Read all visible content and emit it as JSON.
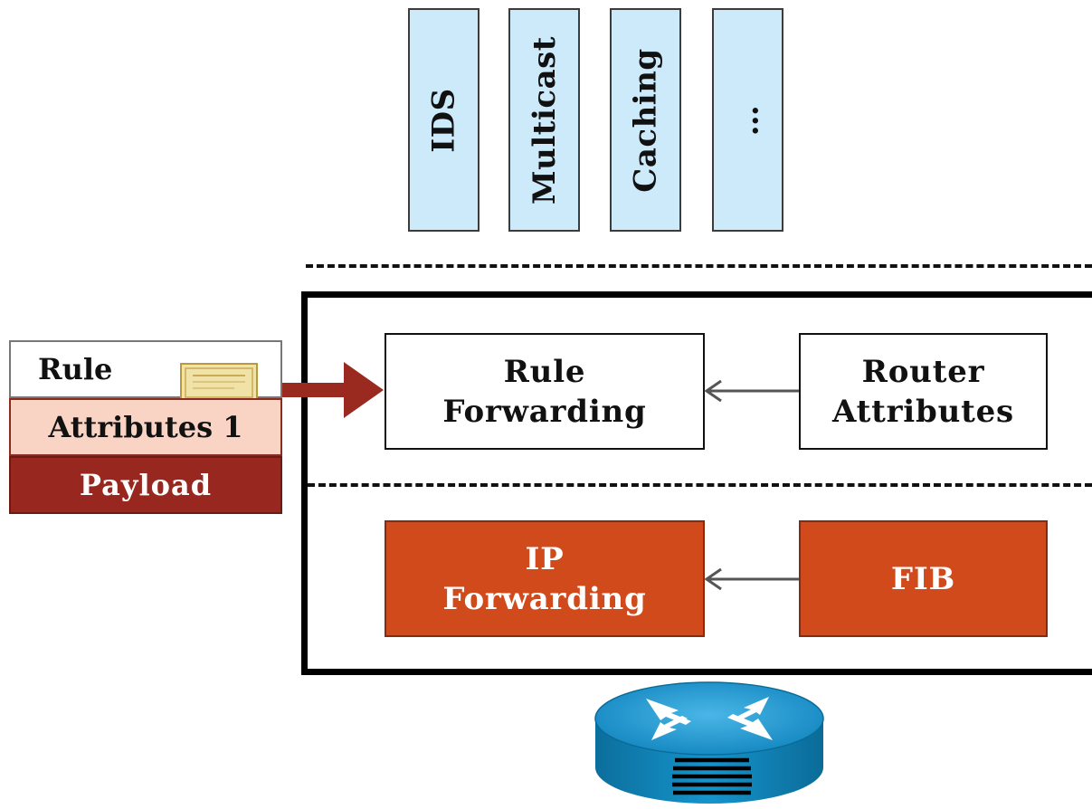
{
  "apps": [
    {
      "label": "IDS"
    },
    {
      "label": "Multicast"
    },
    {
      "label": "Caching"
    },
    {
      "label": "…"
    }
  ],
  "packet": {
    "rule": "Rule",
    "attributes": "Attributes 1",
    "payload": "Payload"
  },
  "control_plane": {
    "rule_forwarding": [
      "Rule",
      "Forwarding"
    ],
    "router_attributes": [
      "Router",
      "Attributes"
    ]
  },
  "data_plane": {
    "ip_forwarding": [
      "IP",
      "Forwarding"
    ],
    "fib": "FIB"
  },
  "colors": {
    "app_fill": "#cdeafb",
    "ip_fill": "#d04a1b",
    "payload_fill": "#98281f",
    "attr_fill": "#f9d3c4",
    "router_icon": "#1a8fc8"
  },
  "icons": [
    "certificate-icon",
    "router-icon"
  ]
}
